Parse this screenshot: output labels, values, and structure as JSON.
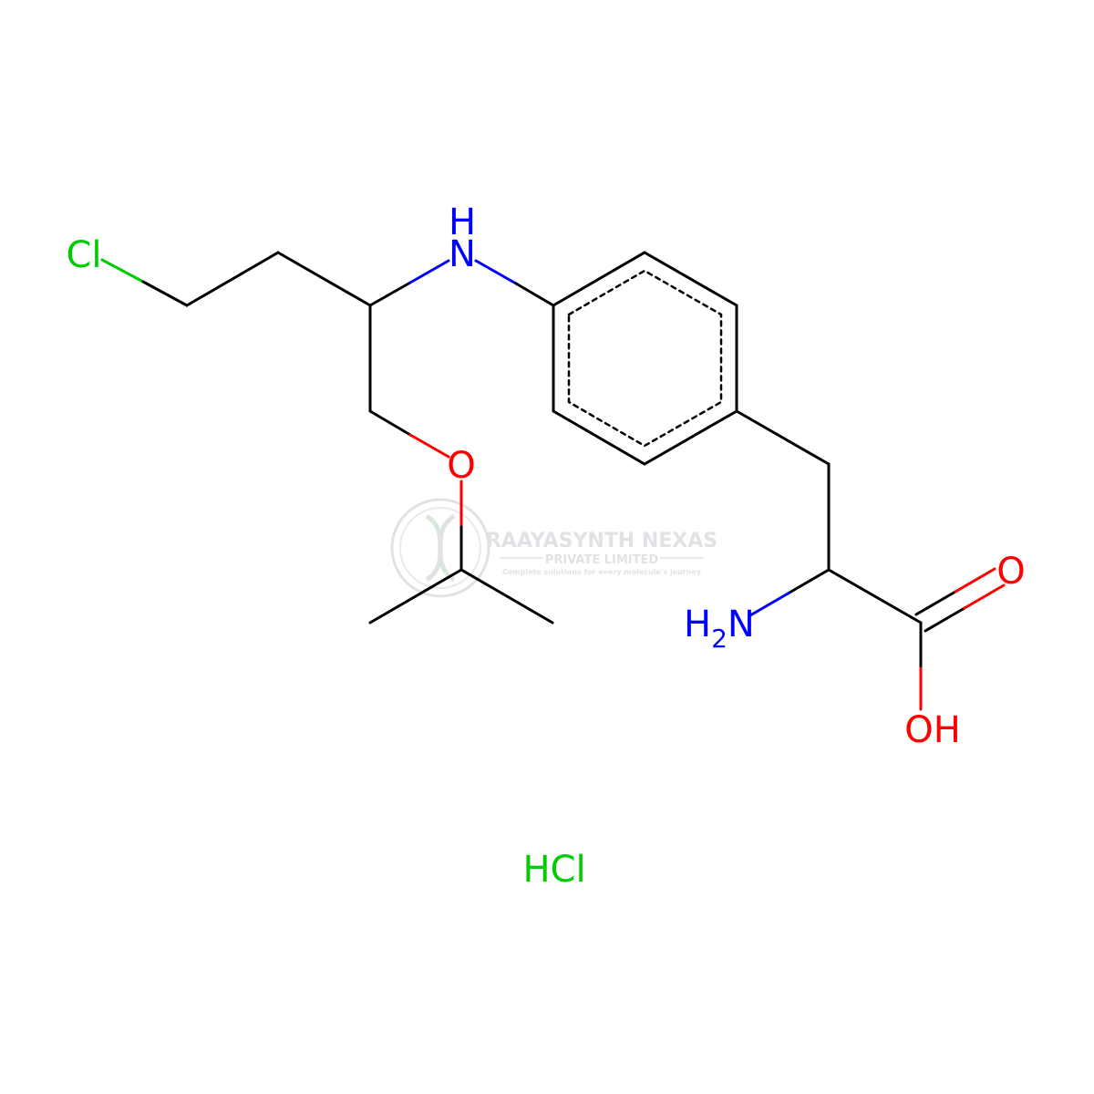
{
  "atoms": {
    "chlorine": "Cl",
    "amine_nh_h": "H",
    "amine_nh_n": "N",
    "ether_oxygen": "O",
    "carbonyl_oxygen": "O",
    "amino_h": "H",
    "amino_subscript": "2",
    "amino_n": "N",
    "hydroxyl": "OH"
  },
  "salt": "HCl",
  "watermark": {
    "company": "RAAYASYNTH NEXAS",
    "subtitle": "PRIVATE LIMITED",
    "tagline": "Complete solutions for every molecule's journey"
  },
  "colors": {
    "bond": "#000000",
    "nitrogen": "#0000FF",
    "oxygen": "#FF0000",
    "chlorine": "#00CC00",
    "watermark": "#c8ccd0"
  }
}
